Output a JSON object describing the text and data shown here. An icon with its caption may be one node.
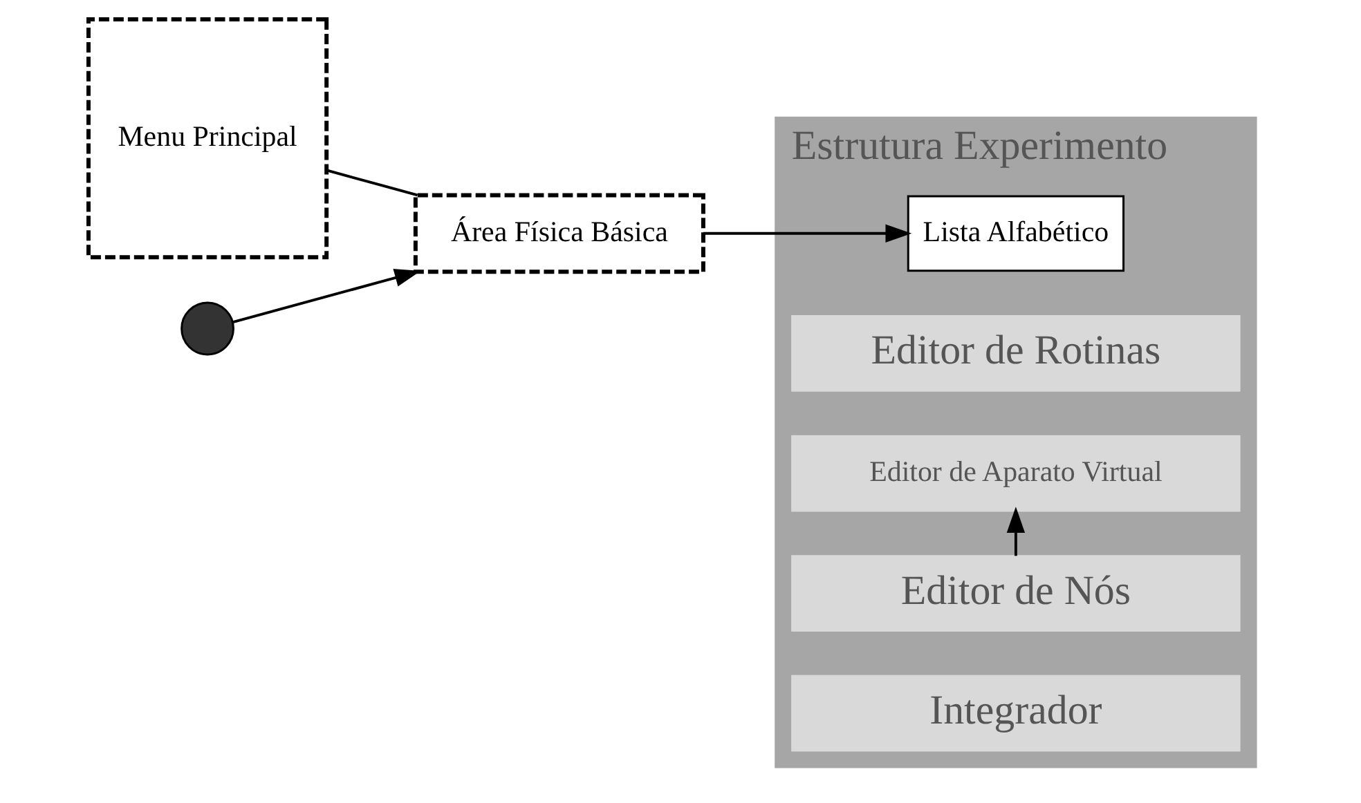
{
  "diagram": {
    "nodes": [
      {
        "text": [
          "Menu Principal"
        ]
      },
      {
        "text": [],
        "shape": "circle"
      },
      {
        "text": [
          "Área Física Básica"
        ]
      },
      {
        "text": [
          "Estrutura Experimento"
        ]
      },
      {
        "text": [
          "Lista Alfabético"
        ],
        "in": 3
      },
      {
        "text": [
          "Editor de Rotinas"
        ],
        "in": 3
      },
      {
        "text": [
          "Editor de Aparato Virtual"
        ],
        "in": 3
      },
      {
        "text": [
          "Editor de Nós"
        ],
        "in": 3
      },
      {
        "text": [
          "Integrador"
        ],
        "in": 3
      }
    ],
    "edges": [
      {
        "from": 0,
        "to": 2,
        "arrow": "none"
      },
      {
        "from": 1,
        "to": 2,
        "arrow": "to"
      },
      {
        "from": 2,
        "to": 4,
        "arrow": "to"
      },
      {
        "from": 7,
        "to": 6,
        "arrow": "to"
      }
    ]
  }
}
